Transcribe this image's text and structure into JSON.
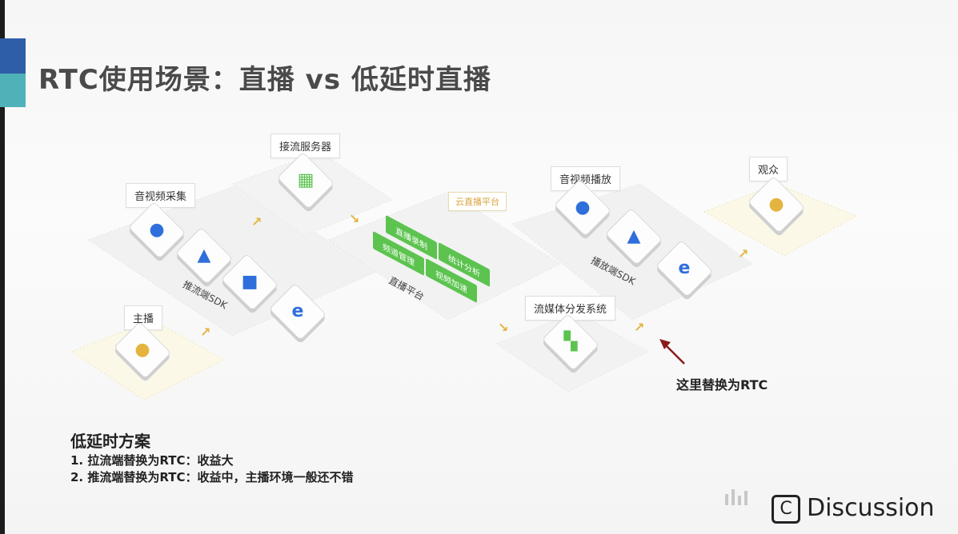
{
  "slide": {
    "title": "RTC使用场景：直播 vs 低延时直播",
    "accent_colors": [
      "#2f5ea8",
      "#4fb2b8"
    ]
  },
  "diagram": {
    "nodes": {
      "capture": "音视频采集",
      "ingest_server": "接流服务器",
      "anchor": "主播",
      "live_platform_tag": "云直播平台",
      "live_platform": "直播平台",
      "push_sdk": "推流端SDK",
      "play": "音视频播放",
      "audience": "观众",
      "play_sdk": "播放端SDK",
      "cdn": "流媒体分发系统"
    },
    "platform_blocks": [
      "直播录制",
      "频道管理",
      "统计分析",
      "视频加速"
    ],
    "annotation": "这里替换为RTC",
    "colors": {
      "green": "#5cc34f",
      "arrow": "#e4b43f",
      "annot_arrow": "#8b1a1a"
    }
  },
  "scheme": {
    "title": "低延时方案",
    "items": [
      "1.  拉流端替换为RTC：收益大",
      "2.  推流端替换为RTC：收益中，主播环境一般还不错"
    ]
  },
  "footer": {
    "discussion_label": "Discussion"
  }
}
